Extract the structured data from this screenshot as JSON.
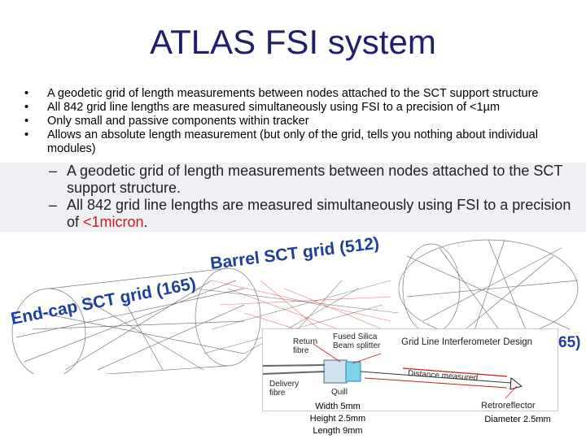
{
  "title": "ATLAS FSI system",
  "bullets": [
    "A geodetic grid of length measurements between nodes attached to the SCT support structure",
    "All 842 grid line lengths are measured simultaneously using FSI to a precision of <1µm",
    "Only small and passive components within tracker",
    "Allows an absolute length measurement (but only of the grid, tells you nothing about individual modules)"
  ],
  "embedded": {
    "item1": "A geodetic grid of length measurements between nodes attached to the SCT support structure.",
    "item2_pre": "All 842 grid line lengths are measured simultaneously using FSI to a precision of ",
    "item2_red": "<1micron",
    "item2_post": ".",
    "barrel_label": "Barrel SCT grid (512)",
    "endcap_label": "End-cap SCT grid (165)",
    "endcap_label_fragment": "65)"
  },
  "inset": {
    "title": "Grid Line Interferometer Design",
    "return_fibre": [
      "Return",
      "fibre"
    ],
    "beam_splitter": [
      "Fused Silica",
      "Beam splitter"
    ],
    "delivery_fibre": [
      "Delivery",
      "fibre"
    ],
    "quill": "Quill",
    "distance": "Distance measured",
    "retroreflector": "Retroreflector"
  },
  "captions": {
    "quill_dims": [
      "Width 5mm",
      "Height 2.5mm",
      "Length 9mm"
    ],
    "retro_dims": "Diameter 2.5mm"
  },
  "colors": {
    "title": "#1f1f6e",
    "label_blue": "#1f3fa0",
    "accent_red": "#d11a1a"
  }
}
